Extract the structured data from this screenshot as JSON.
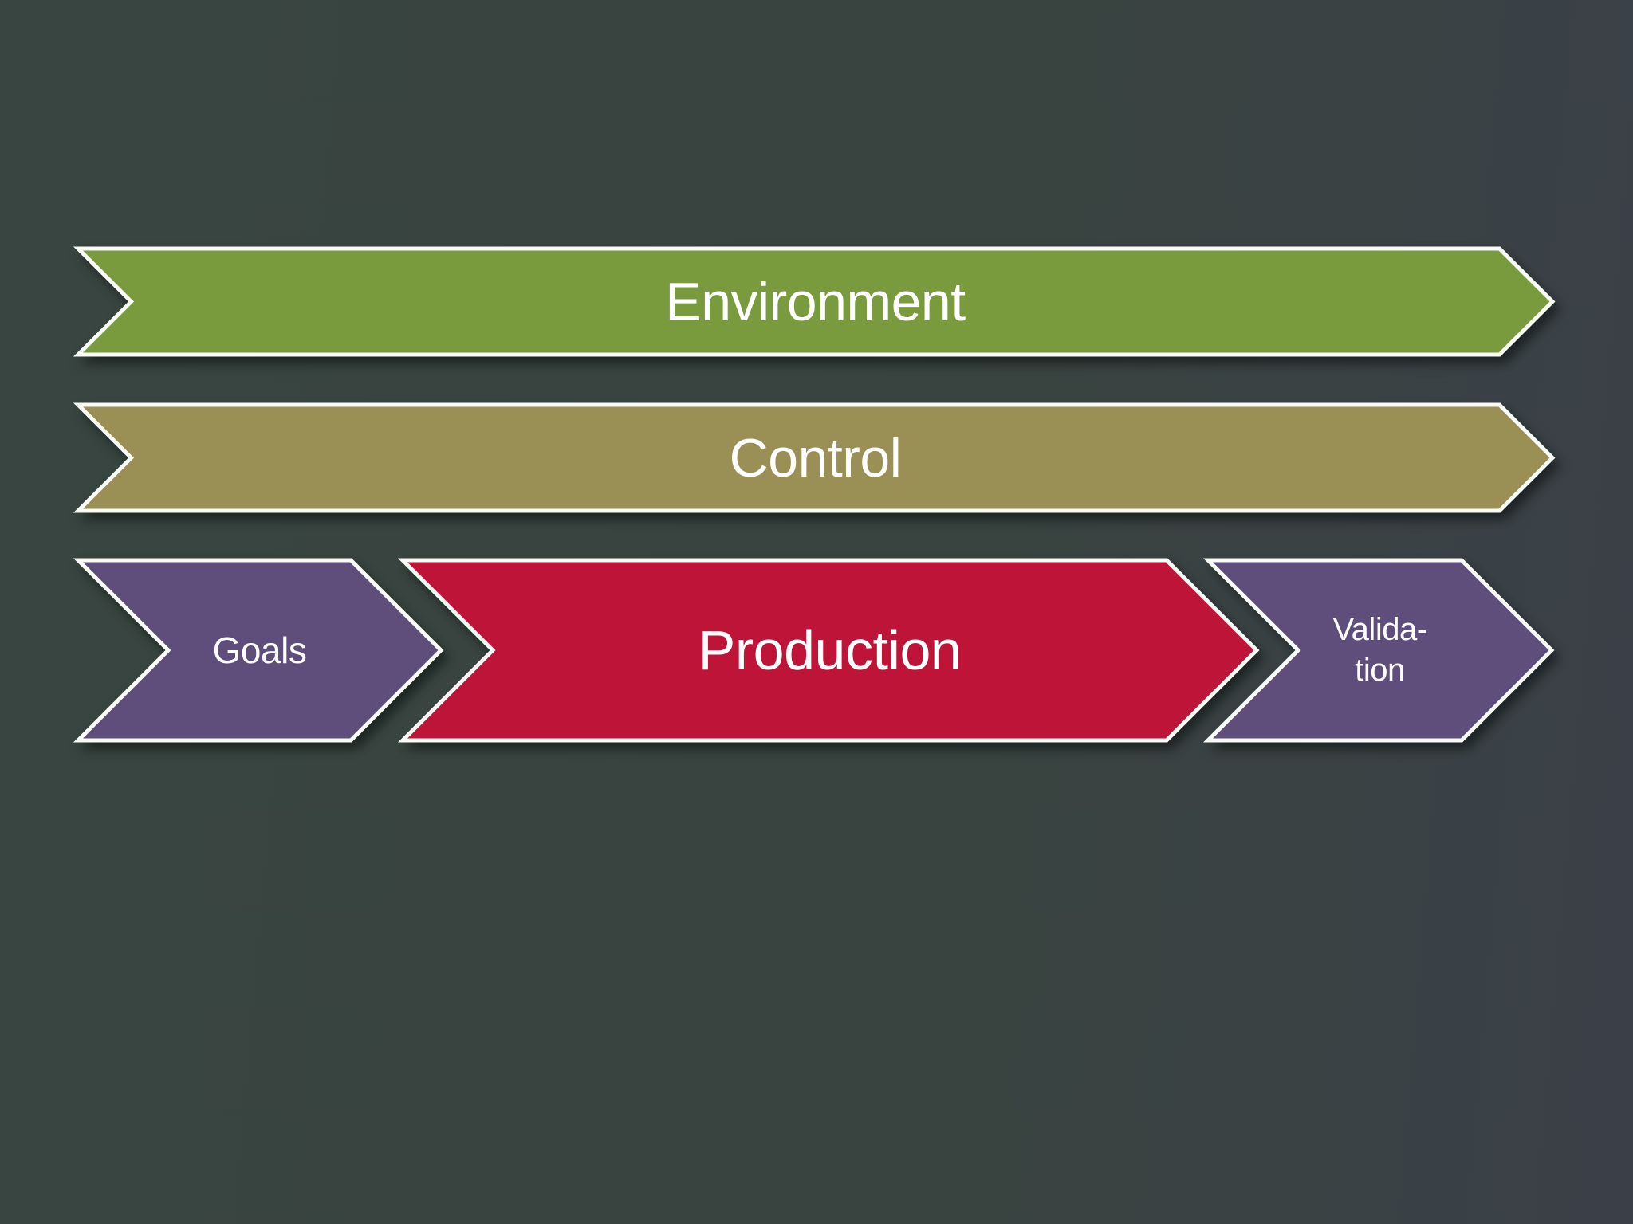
{
  "slide": {
    "background_color_left": "#394540",
    "background_color_right": "#3B4048",
    "border_color": "#F8FBF6",
    "text_color": "#FFFFFF",
    "shadow_color": "rgba(6,11,9,0.55)"
  },
  "shapes": {
    "environment": {
      "label": "Environment",
      "fill": "#7A9A3E"
    },
    "control": {
      "label": "Control",
      "fill": "#9A8F55"
    },
    "goals": {
      "label": "Goals",
      "fill": "#5F4E7B"
    },
    "production": {
      "label": "Production",
      "fill": "#BE1437"
    },
    "validation": {
      "label_line1": "Valida-",
      "label_line2": "tion",
      "fill": "#5F4E7B"
    }
  }
}
